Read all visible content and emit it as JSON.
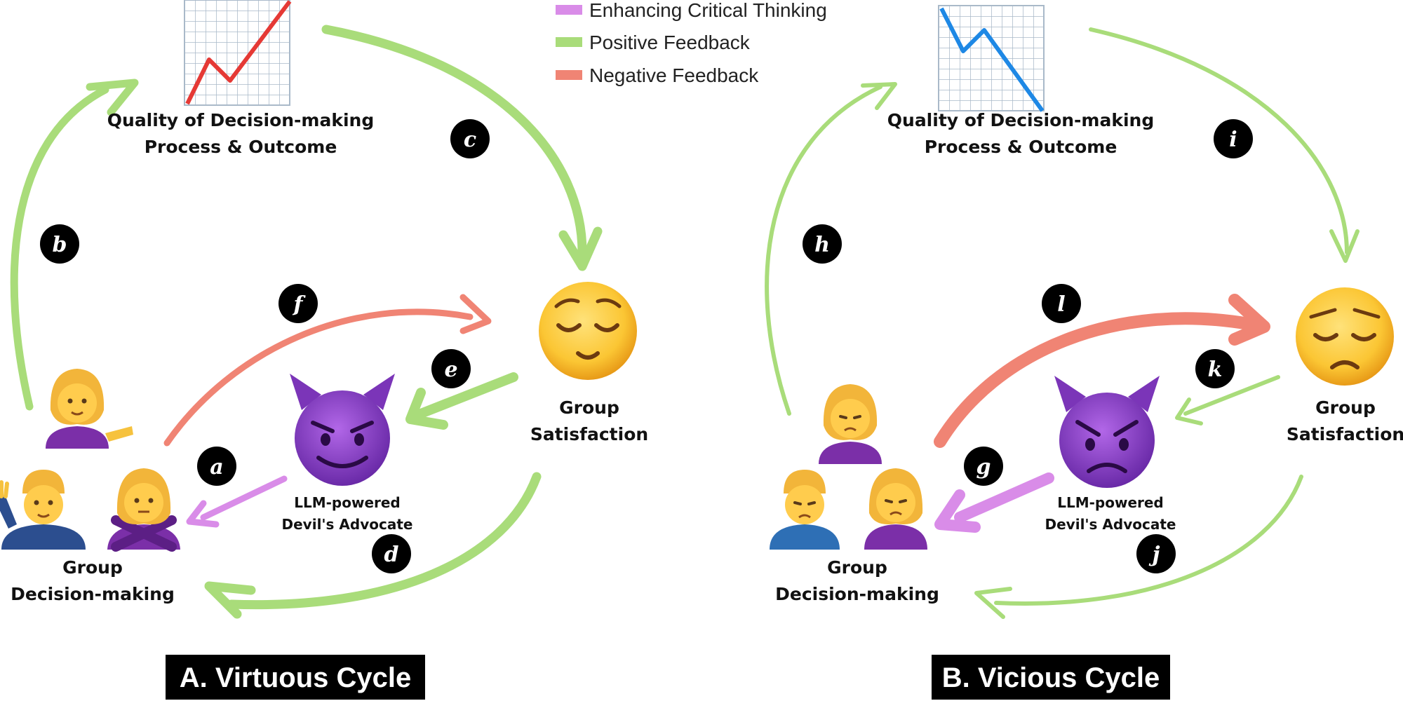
{
  "legend": {
    "items": [
      {
        "label": "Enhancing Critical Thinking",
        "color": "#d98ce8"
      },
      {
        "label": "Positive Feedback",
        "color": "#a9dc7a"
      },
      {
        "label": "Negative Feedback",
        "color": "#f08474"
      }
    ]
  },
  "panel_a": {
    "title": "A. Virtuous Cycle",
    "quality_line1": "Quality of Decision-making",
    "quality_line2": "Process & Outcome",
    "satisfaction_line1": "Group",
    "satisfaction_line2": "Satisfaction",
    "da_line1": "LLM-powered",
    "da_line2": "Devil's Advocate",
    "group_line1": "Group",
    "group_line2": "Decision-making",
    "badges": {
      "a": "a",
      "b": "b",
      "c": "c",
      "d": "d",
      "e": "e",
      "f": "f"
    }
  },
  "panel_b": {
    "title": "B. Vicious Cycle",
    "quality_line1": "Quality of Decision-making",
    "quality_line2": "Process & Outcome",
    "satisfaction_line1": "Group",
    "satisfaction_line2": "Satisfaction",
    "da_line1": "LLM-powered",
    "da_line2": "Devil's Advocate",
    "group_line1": "Group",
    "group_line2": "Decision-making",
    "badges": {
      "g": "g",
      "h": "h",
      "i": "i",
      "j": "j",
      "k": "k",
      "l": "l"
    }
  },
  "icons": {
    "chart_up": "rising-line-chart-icon",
    "chart_down": "falling-line-chart-icon",
    "relieved": "relieved-face-icon",
    "disappointed": "disappointed-face-icon",
    "smiling_devil": "smiling-devil-icon",
    "angry_devil": "angry-devil-icon",
    "people": "person-icon"
  },
  "colors": {
    "purple": "#d98ce8",
    "green": "#a9dc7a",
    "red": "#f08474",
    "chart_up_line": "#e53935",
    "chart_down_line": "#1e88e5",
    "badge": "#000000"
  }
}
